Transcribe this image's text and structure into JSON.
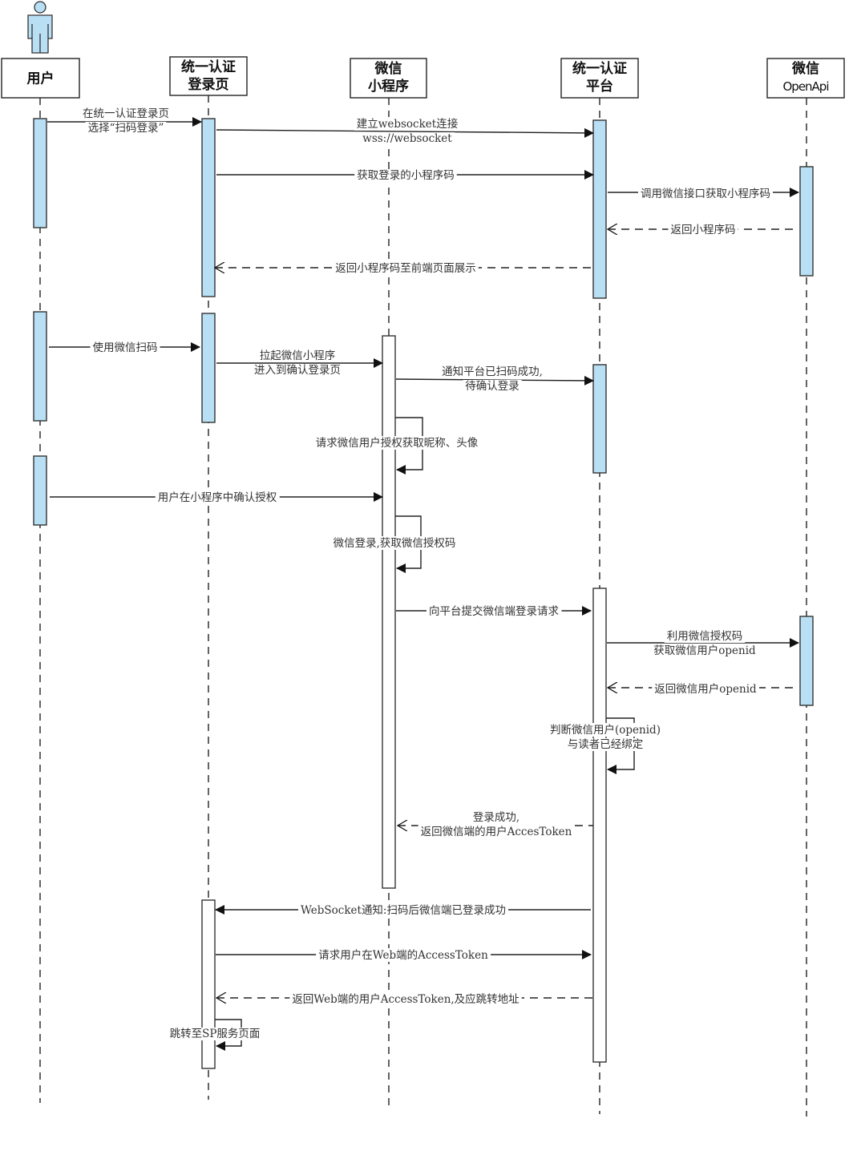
{
  "diagram": {
    "type": "sequence",
    "colors": {
      "activation_fill": "#b8dff3",
      "activation_white": "#ffffff",
      "line": "#222222",
      "text": "#333333",
      "actor_fill": "#b8dff3"
    },
    "participants": [
      {
        "id": "user",
        "label": [
          "用户"
        ],
        "actor_icon": "person-icon"
      },
      {
        "id": "login",
        "label": [
          "统一认证",
          "登录页"
        ]
      },
      {
        "id": "mini",
        "label": [
          "微信",
          "小程序"
        ]
      },
      {
        "id": "platform",
        "label": [
          "统一认证",
          "平台"
        ]
      },
      {
        "id": "openapi",
        "label": [
          "微信",
          "OpenApi"
        ]
      }
    ],
    "messages": [
      {
        "from": "user",
        "to": "login",
        "kind": "sync",
        "text": [
          "在统一认证登录页",
          "选择“扫码登录”"
        ]
      },
      {
        "from": "login",
        "to": "platform",
        "kind": "sync",
        "text": [
          "建立websocket连接",
          "wss://websocket"
        ]
      },
      {
        "from": "login",
        "to": "platform",
        "kind": "sync",
        "text": [
          "获取登录的小程序码"
        ]
      },
      {
        "from": "platform",
        "to": "openapi",
        "kind": "sync",
        "text": [
          "调用微信接口获取小程序码"
        ]
      },
      {
        "from": "openapi",
        "to": "platform",
        "kind": "return",
        "text": [
          "返回小程序码"
        ]
      },
      {
        "from": "platform",
        "to": "login",
        "kind": "return",
        "text": [
          "返回小程序码至前端页面展示"
        ]
      },
      {
        "from": "user",
        "to": "login",
        "kind": "sync",
        "text": [
          "使用微信扫码"
        ]
      },
      {
        "from": "login",
        "to": "mini",
        "kind": "sync",
        "text": [
          "拉起微信小程序",
          "进入到确认登录页"
        ]
      },
      {
        "from": "mini",
        "to": "platform",
        "kind": "sync",
        "text": [
          "通知平台已扫码成功,",
          "待确认登录"
        ]
      },
      {
        "from": "mini",
        "to": "mini",
        "kind": "self",
        "text": [
          "请求微信用户授权获取昵称、头像"
        ]
      },
      {
        "from": "user",
        "to": "mini",
        "kind": "sync",
        "text": [
          "用户在小程序中确认授权"
        ]
      },
      {
        "from": "mini",
        "to": "mini",
        "kind": "self",
        "text": [
          "微信登录,获取微信授权码"
        ]
      },
      {
        "from": "mini",
        "to": "platform",
        "kind": "sync",
        "text": [
          "向平台提交微信端登录请求"
        ]
      },
      {
        "from": "platform",
        "to": "openapi",
        "kind": "sync",
        "text": [
          "利用微信授权码",
          "获取微信用户openid"
        ]
      },
      {
        "from": "openapi",
        "to": "platform",
        "kind": "return",
        "text": [
          "返回微信用户openid"
        ]
      },
      {
        "from": "platform",
        "to": "platform",
        "kind": "self",
        "text": [
          "判断微信用户(openid)",
          "与读者已经绑定"
        ]
      },
      {
        "from": "platform",
        "to": "mini",
        "kind": "return",
        "text": [
          "登录成功,",
          "返回微信端的用户AccesToken"
        ]
      },
      {
        "from": "platform",
        "to": "login",
        "kind": "sync",
        "text": [
          "WebSocket通知:扫码后微信端已登录成功"
        ]
      },
      {
        "from": "login",
        "to": "platform",
        "kind": "sync",
        "text": [
          "请求用户在Web端的AccessToken"
        ]
      },
      {
        "from": "platform",
        "to": "login",
        "kind": "return",
        "text": [
          "返回Web端的用户AccessToken,及应跳转地址"
        ]
      },
      {
        "from": "login",
        "to": "login",
        "kind": "self",
        "text": [
          "跳转至SP服务页面"
        ]
      }
    ]
  }
}
